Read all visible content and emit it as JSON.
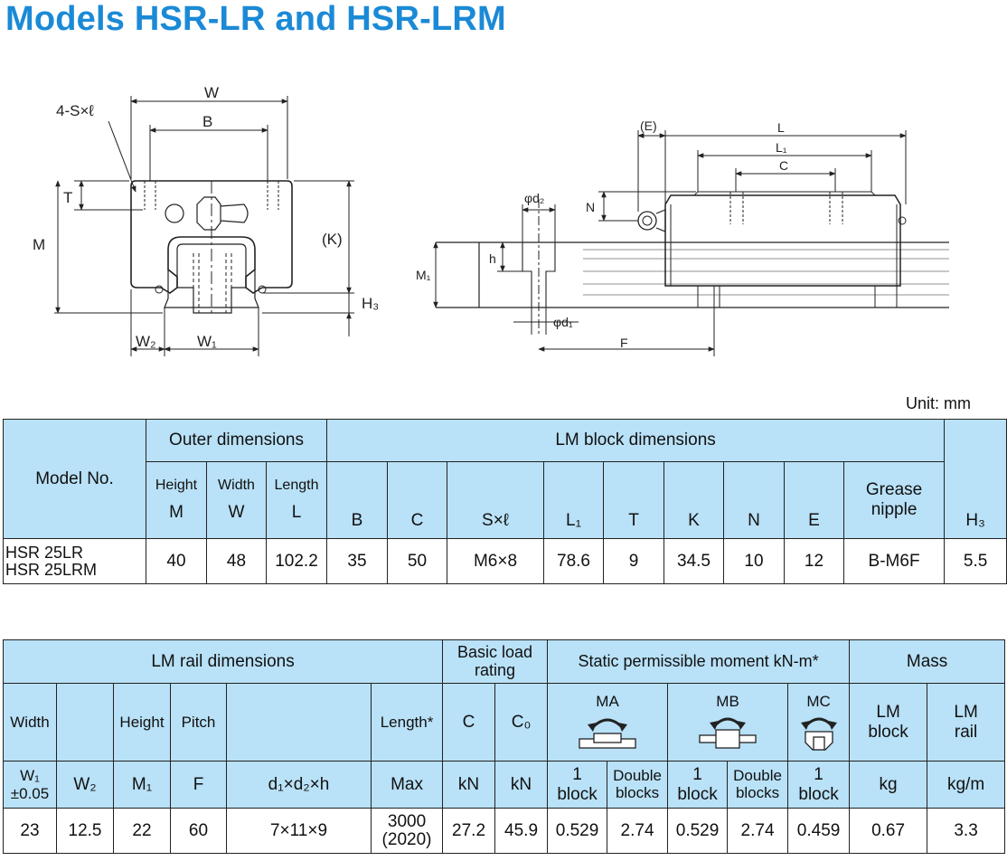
{
  "title": "Models HSR-LR and HSR-LRM",
  "unit": "Unit: mm",
  "drawing": {
    "left_labels": {
      "S": "4-S×ℓ",
      "W": "W",
      "B": "B",
      "T": "T",
      "M": "M",
      "K": "(K)",
      "H3": "H₃",
      "W2": "W₂",
      "W1": "W₁"
    },
    "right_labels": {
      "E": "(E)",
      "L": "L",
      "L1": "L₁",
      "C": "C",
      "N": "N",
      "d2": "φd₂",
      "h": "h",
      "M1": "M₁",
      "d1": "φd₁",
      "F": "F"
    }
  },
  "table1": {
    "model_header": "Model No.",
    "outer_header": "Outer dimensions",
    "block_header": "LM block dimensions",
    "cols": {
      "height": "Height",
      "height_sym": "M",
      "width": "Width",
      "width_sym": "W",
      "length": "Length",
      "length_sym": "L",
      "B": "B",
      "C": "C",
      "S": "S×ℓ",
      "L1": "L₁",
      "T": "T",
      "K": "K",
      "N": "N",
      "E": "E",
      "grease": "Grease nipple",
      "H3": "H₃"
    },
    "row": {
      "model_1": "HSR 25LR",
      "model_2": "HSR 25LRM",
      "M": "40",
      "W": "48",
      "L": "102.2",
      "B": "35",
      "C": "50",
      "S": "M6×8",
      "L1": "78.6",
      "T": "9",
      "K": "34.5",
      "N": "10",
      "E": "12",
      "grease": "B-M6F",
      "H3": "5.5"
    }
  },
  "table2": {
    "rail_header": "LM rail dimensions",
    "load_header": "Basic load rating",
    "moment_header": "Static permissible moment kN-m*",
    "mass_header": "Mass",
    "cols": {
      "width": "Width",
      "W1": "W₁",
      "W1_tol": "±0.05",
      "W2": "W₂",
      "height": "Height",
      "M1": "M₁",
      "pitch": "Pitch",
      "F": "F",
      "d": "d₁×d₂×h",
      "length": "Length*",
      "max": "Max",
      "C": "C",
      "C_unit": "kN",
      "C0": "C₀",
      "C0_unit": "kN",
      "MA": "MA",
      "MB": "MB",
      "MC": "MC",
      "one_block": "1 block",
      "double_blocks": "Double blocks",
      "lm_block": "LM block",
      "lm_block_unit": "kg",
      "lm_rail": "LM rail",
      "lm_rail_unit": "kg/m"
    },
    "row": {
      "W1": "23",
      "W2": "12.5",
      "M1": "22",
      "F": "60",
      "d": "7×11×9",
      "length_1": "3000",
      "length_2": "(2020)",
      "C": "27.2",
      "C0": "45.9",
      "MA1": "0.529",
      "MA2": "2.74",
      "MB1": "0.529",
      "MB2": "2.74",
      "MC1": "0.459",
      "block_kg": "0.67",
      "rail_kgm": "3.3"
    }
  },
  "colors": {
    "title": "#1b8ad6",
    "header_bg": "#b9e1f7",
    "line": "#222222"
  }
}
